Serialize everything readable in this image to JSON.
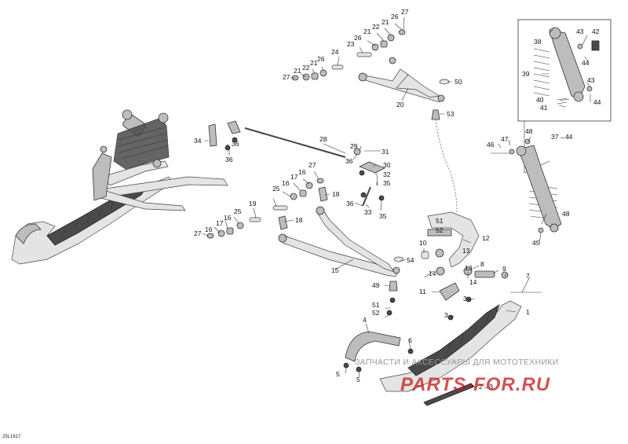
{
  "diagram": {
    "code": "25L1617",
    "watermark_text": "ЗАПЧАСТИ И АКСЕССУАРЫ ДЛЯ МОТОТЕХНИКИ",
    "watermark_logo": "PARTS-FOR.RU",
    "labels": [
      {
        "id": "l27a",
        "text": "27"
      },
      {
        "id": "l21a",
        "text": "21"
      },
      {
        "id": "l22a",
        "text": "22"
      },
      {
        "id": "l26a",
        "text": "26"
      },
      {
        "id": "l21b",
        "text": "21"
      },
      {
        "id": "l24",
        "text": "24"
      },
      {
        "id": "l23",
        "text": "23"
      },
      {
        "id": "l26b",
        "text": "26"
      },
      {
        "id": "l21c",
        "text": "21"
      },
      {
        "id": "l22b",
        "text": "22"
      },
      {
        "id": "l21d",
        "text": "21"
      },
      {
        "id": "l26c",
        "text": "26"
      },
      {
        "id": "l27b",
        "text": "27"
      },
      {
        "id": "l50",
        "text": "50"
      },
      {
        "id": "l20",
        "text": "20"
      },
      {
        "id": "l53",
        "text": "53"
      },
      {
        "id": "l38",
        "text": "38"
      },
      {
        "id": "l43a",
        "text": "43"
      },
      {
        "id": "l42",
        "text": "42"
      },
      {
        "id": "l44a",
        "text": "44"
      },
      {
        "id": "l39",
        "text": "39"
      },
      {
        "id": "l43b",
        "text": "43"
      },
      {
        "id": "l40",
        "text": "40"
      },
      {
        "id": "l44b",
        "text": "44"
      },
      {
        "id": "l41",
        "text": "41"
      },
      {
        "id": "l37",
        "text": "37→44"
      },
      {
        "id": "l34",
        "text": "34"
      },
      {
        "id": "l36a",
        "text": "36"
      },
      {
        "id": "l36b",
        "text": "36"
      },
      {
        "id": "l28",
        "text": "28"
      },
      {
        "id": "l29",
        "text": "29"
      },
      {
        "id": "l31",
        "text": "31"
      },
      {
        "id": "l30",
        "text": "30"
      },
      {
        "id": "l36c",
        "text": "36"
      },
      {
        "id": "l32",
        "text": "32"
      },
      {
        "id": "l35a",
        "text": "35"
      },
      {
        "id": "l27c",
        "text": "27"
      },
      {
        "id": "l16a",
        "text": "16"
      },
      {
        "id": "l17a",
        "text": "17"
      },
      {
        "id": "l25a",
        "text": "25"
      },
      {
        "id": "l16b",
        "text": "16"
      },
      {
        "id": "l18a",
        "text": "18"
      },
      {
        "id": "l19",
        "text": "19"
      },
      {
        "id": "l25b",
        "text": "25"
      },
      {
        "id": "l16c",
        "text": "16"
      },
      {
        "id": "l17b",
        "text": "17"
      },
      {
        "id": "l36d",
        "text": "36"
      },
      {
        "id": "l33",
        "text": "33"
      },
      {
        "id": "l35b",
        "text": "35"
      },
      {
        "id": "l18b",
        "text": "18"
      },
      {
        "id": "l16d",
        "text": "16"
      },
      {
        "id": "l27d",
        "text": "27"
      },
      {
        "id": "l48a",
        "text": "48"
      },
      {
        "id": "l46",
        "text": "46"
      },
      {
        "id": "l47",
        "text": "47"
      },
      {
        "id": "l51a",
        "text": "51"
      },
      {
        "id": "l52a",
        "text": "52"
      },
      {
        "id": "l12",
        "text": "12"
      },
      {
        "id": "l48b",
        "text": "48"
      },
      {
        "id": "l45",
        "text": "45"
      },
      {
        "id": "l10",
        "text": "10"
      },
      {
        "id": "l13",
        "text": "13"
      },
      {
        "id": "l54",
        "text": "54"
      },
      {
        "id": "l15",
        "text": "15"
      },
      {
        "id": "l14a",
        "text": "14"
      },
      {
        "id": "l14b",
        "text": "14"
      },
      {
        "id": "l8",
        "text": "8"
      },
      {
        "id": "l9",
        "text": "9"
      },
      {
        "id": "l7",
        "text": "7"
      },
      {
        "id": "l49",
        "text": "49"
      },
      {
        "id": "l13b",
        "text": "13"
      },
      {
        "id": "l11",
        "text": "11"
      },
      {
        "id": "l51b",
        "text": "51"
      },
      {
        "id": "l52b",
        "text": "52"
      },
      {
        "id": "l3a",
        "text": "3"
      },
      {
        "id": "l1",
        "text": "1"
      },
      {
        "id": "l4",
        "text": "4"
      },
      {
        "id": "l3b",
        "text": "3"
      },
      {
        "id": "l6",
        "text": "6"
      },
      {
        "id": "l5a",
        "text": "5"
      },
      {
        "id": "l5b",
        "text": "5"
      },
      {
        "id": "l23b",
        "text": "2→3"
      }
    ]
  }
}
